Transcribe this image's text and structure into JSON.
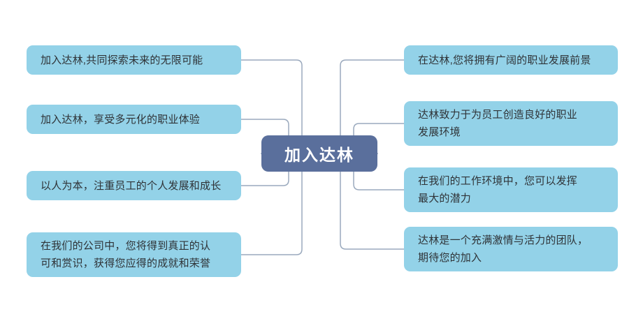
{
  "diagram": {
    "type": "mind-map",
    "orientation": "horizontal-双侧",
    "colors": {
      "center_fill": "#5a6f9c",
      "center_text": "#ffffff",
      "branch_fill": "#93d2e8",
      "branch_text": "#2f3337",
      "connector": "#9aa9bd",
      "background": "#ffffff"
    },
    "center": {
      "label": "加入达林"
    },
    "left_branches": [
      {
        "label": "加入达林,共同探索未来的无限可能"
      },
      {
        "label": "加入达林，享受多元化的职业体验"
      },
      {
        "label": "以人为本，注重员工的个人发展和成长"
      },
      {
        "label": "在我们的公司中，您将得到真正的认\n可和赏识，获得您应得的成就和荣誉"
      }
    ],
    "right_branches": [
      {
        "label": "在达林,您将拥有广阔的职业发展前景"
      },
      {
        "label": "达林致力于为员工创造良好的职业\n发展环境"
      },
      {
        "label": "在我们的工作环境中，您可以发挥\n最大的潜力"
      },
      {
        "label": "达林是一个充满激情与活力的团队，\n期待您的加入"
      }
    ]
  }
}
